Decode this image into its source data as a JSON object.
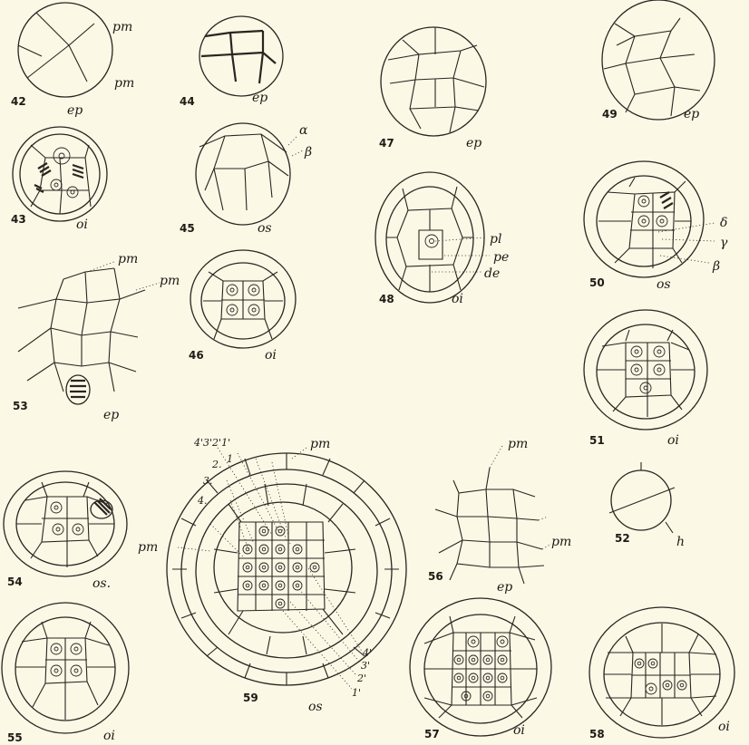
{
  "figures": {
    "f42": {
      "number": "42",
      "labels": [
        "pm",
        "pm",
        "ep"
      ]
    },
    "f43": {
      "number": "43",
      "labels": [
        "oi"
      ]
    },
    "f44": {
      "number": "44",
      "labels": [
        "ep"
      ]
    },
    "f45": {
      "number": "45",
      "labels": [
        "α",
        "β",
        "os"
      ]
    },
    "f46": {
      "number": "46",
      "labels": [
        "oi"
      ]
    },
    "f47": {
      "number": "47",
      "labels": [
        "ep"
      ]
    },
    "f48": {
      "number": "48",
      "labels": [
        "pl",
        "pe",
        "de",
        "oi"
      ]
    },
    "f49": {
      "number": "49",
      "labels": [
        "ep"
      ]
    },
    "f50": {
      "number": "50",
      "labels": [
        "δ",
        "γ",
        "β",
        "os"
      ]
    },
    "f51": {
      "number": "51",
      "labels": [
        "oi"
      ]
    },
    "f52": {
      "number": "52",
      "labels": [
        "h"
      ]
    },
    "f53": {
      "number": "53",
      "labels": [
        "pm",
        "pm",
        "ep"
      ]
    },
    "f54": {
      "number": "54",
      "labels": [
        "os."
      ]
    },
    "f55": {
      "number": "55",
      "labels": [
        "oi"
      ]
    },
    "f56": {
      "number": "56",
      "labels": [
        "pm",
        "pm",
        "ep"
      ]
    },
    "f57": {
      "number": "57",
      "labels": [
        "oi"
      ]
    },
    "f58": {
      "number": "58",
      "labels": [
        "oi"
      ]
    },
    "f59": {
      "number": "59",
      "labels": [
        "4'3'2'1'",
        "2.",
        "1",
        "3.",
        "4.",
        "pm",
        "pm",
        "4'",
        "3'",
        "2'",
        "1'",
        "os"
      ]
    }
  },
  "colors": {
    "paper": "#fbf8e6",
    "ink": "#2a2520"
  }
}
